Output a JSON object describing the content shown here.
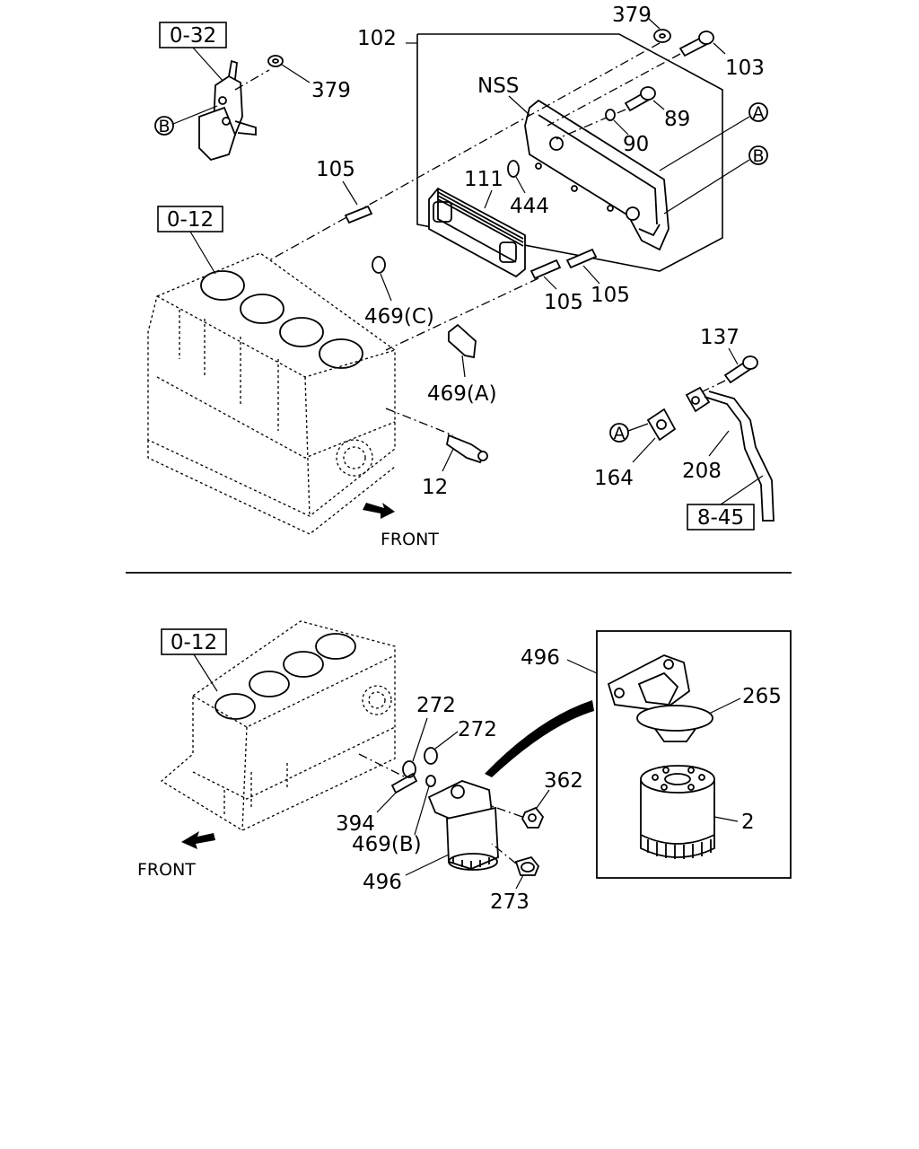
{
  "refs": {
    "r_0_32": "0-32",
    "r_0_12_top": "0-12",
    "r_0_12_bottom": "0-12",
    "r_8_45": "8-45"
  },
  "labels": {
    "l379_top": "379",
    "l379_left": "379",
    "l102": "102",
    "l103": "103",
    "nss": "NSS",
    "l89": "89",
    "l90": "90",
    "l105_left": "105",
    "l111": "111",
    "l444": "444",
    "l105_mid": "105",
    "l105_right": "105",
    "l469c": "469(C)",
    "l469a": "469(A)",
    "l12": "12",
    "l137": "137",
    "l164": "164",
    "l208": "208",
    "l496_top": "496",
    "l265": "265",
    "l272_a": "272",
    "l272_b": "272",
    "l362": "362",
    "l394": "394",
    "l469b": "469(B)",
    "l496_bottom": "496",
    "l273": "273",
    "l2": "2"
  },
  "circles": {
    "a_right": "A",
    "b_right": "B",
    "b_left": "B",
    "a_lower": "A"
  },
  "front": {
    "top": "FRONT",
    "bottom": "FRONT"
  }
}
